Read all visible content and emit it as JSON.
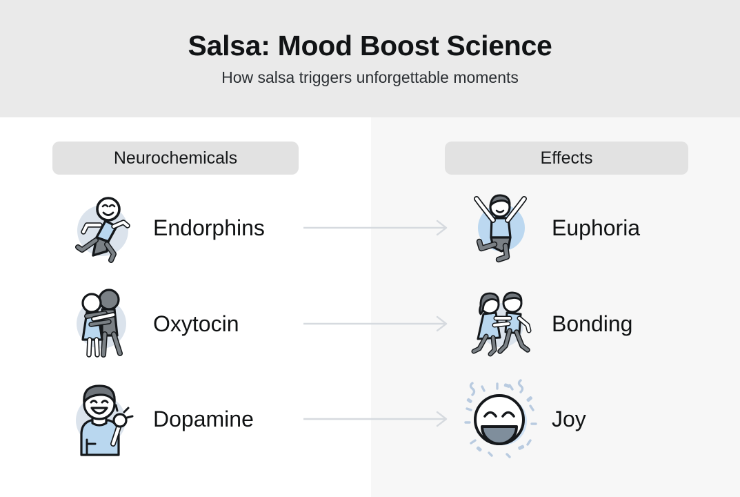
{
  "header": {
    "title": "Salsa: Mood Boost Science",
    "subtitle": "How salsa triggers unforgettable moments"
  },
  "columns": {
    "left_header": "Neurochemicals",
    "right_header": "Effects"
  },
  "rows": [
    {
      "cause": "Endorphins",
      "effect": "Euphoria",
      "cause_icon": "running-person-icon",
      "effect_icon": "jumping-person-icon",
      "connector": "arrow-right-icon"
    },
    {
      "cause": "Oxytocin",
      "effect": "Bonding",
      "cause_icon": "hugging-couple-icon",
      "effect_icon": "dancing-couple-icon",
      "connector": "arrow-right-icon"
    },
    {
      "cause": "Dopamine",
      "effect": "Joy",
      "cause_icon": "celebrating-person-icon",
      "effect_icon": "laughing-face-icon",
      "connector": "arrow-right-icon"
    }
  ],
  "colors": {
    "header_band": "#eaeaea",
    "panel_left": "#ffffff",
    "panel_right": "#f7f7f7",
    "pill": "#e2e2e2",
    "icon_circle": "#dbe3ec",
    "icon_circle_blue": "#bcd8f0",
    "shirt_blue": "#b9d7ef",
    "body_gray": "#7a8085",
    "outline": "#15181b",
    "arrow": "#d6dadf",
    "text": "#101213"
  }
}
